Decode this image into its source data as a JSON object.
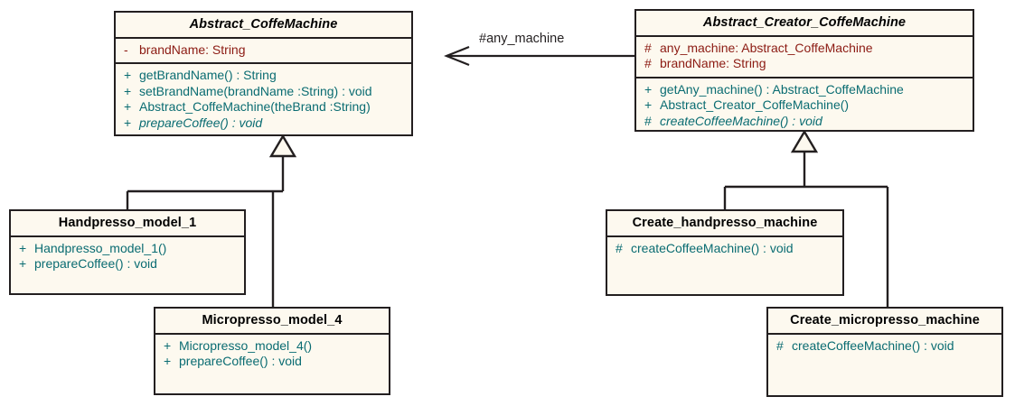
{
  "diagram": {
    "title": "Abstract Factory coffee machine UML class diagram",
    "background": "#ffffff",
    "class_fill": "#fdf9ef",
    "border_color": "#231f20",
    "attribute_color": "#8c1b13",
    "operation_color": "#0a6c72"
  },
  "classes": {
    "abstract_coffe_machine": {
      "name": "Abstract_CoffeMachine",
      "abstract": true,
      "attributes": [
        {
          "visibility": "-",
          "signature": "brandName:  String"
        }
      ],
      "operations": [
        {
          "visibility": "+",
          "signature": "getBrandName() : String",
          "abstract": false
        },
        {
          "visibility": "+",
          "signature": "setBrandName(brandName :String) : void",
          "abstract": false
        },
        {
          "visibility": "+",
          "signature": "Abstract_CoffeMachine(theBrand :String)",
          "abstract": false
        },
        {
          "visibility": "+",
          "signature": "prepareCoffee() : void",
          "abstract": true
        }
      ]
    },
    "abstract_creator_coffe_machine": {
      "name": "Abstract_Creator_CoffeMachine",
      "abstract": true,
      "attributes": [
        {
          "visibility": "#",
          "signature": "any_machine:  Abstract_CoffeMachine"
        },
        {
          "visibility": "#",
          "signature": "brandName:  String"
        }
      ],
      "operations": [
        {
          "visibility": "+",
          "signature": "getAny_machine() : Abstract_CoffeMachine",
          "abstract": false
        },
        {
          "visibility": "+",
          "signature": "Abstract_Creator_CoffeMachine()",
          "abstract": false
        },
        {
          "visibility": "#",
          "signature": "createCoffeeMachine() : void",
          "abstract": true
        }
      ]
    },
    "handpresso_model_1": {
      "name": "Handpresso_model_1",
      "abstract": false,
      "attributes": [],
      "operations": [
        {
          "visibility": "+",
          "signature": "Handpresso_model_1()",
          "abstract": false
        },
        {
          "visibility": "+",
          "signature": "prepareCoffee() : void",
          "abstract": false
        }
      ]
    },
    "micropresso_model_4": {
      "name": "Micropresso_model_4",
      "abstract": false,
      "attributes": [],
      "operations": [
        {
          "visibility": "+",
          "signature": "Micropresso_model_4()",
          "abstract": false
        },
        {
          "visibility": "+",
          "signature": "prepareCoffee() : void",
          "abstract": false
        }
      ]
    },
    "create_handpresso_machine": {
      "name": "Create_handpresso_machine",
      "abstract": false,
      "attributes": [],
      "operations": [
        {
          "visibility": "#",
          "signature": "createCoffeeMachine() : void",
          "abstract": false
        }
      ]
    },
    "create_micropresso_machine": {
      "name": "Create_micropresso_machine",
      "abstract": false,
      "attributes": [],
      "operations": [
        {
          "visibility": "#",
          "signature": "createCoffeeMachine() : void",
          "abstract": false
        }
      ]
    }
  },
  "relationships": {
    "association_label": "#any_machine"
  }
}
